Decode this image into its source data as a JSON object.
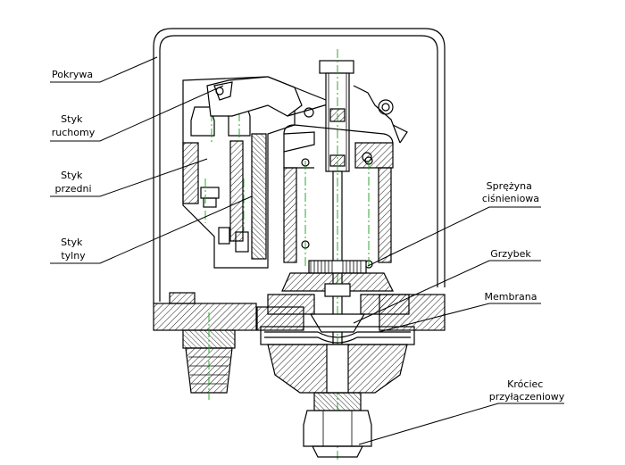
{
  "labels": {
    "pokrywa": "Pokrywa",
    "styk_ruchomy": [
      "Styk",
      "ruchomy"
    ],
    "styk_przedni": [
      "Styk",
      "przedni"
    ],
    "styk_tylny": [
      "Styk",
      "tylny"
    ],
    "sprezyna": [
      "Sprężyna",
      "ciśnieniowa"
    ],
    "grzybek": "Grzybek",
    "membrana": "Membrana",
    "krociec": [
      "Króciec",
      "przyłączeniowy"
    ]
  },
  "colors": {
    "line": "#000000",
    "centerline": "#18a018",
    "background": "#ffffff"
  }
}
